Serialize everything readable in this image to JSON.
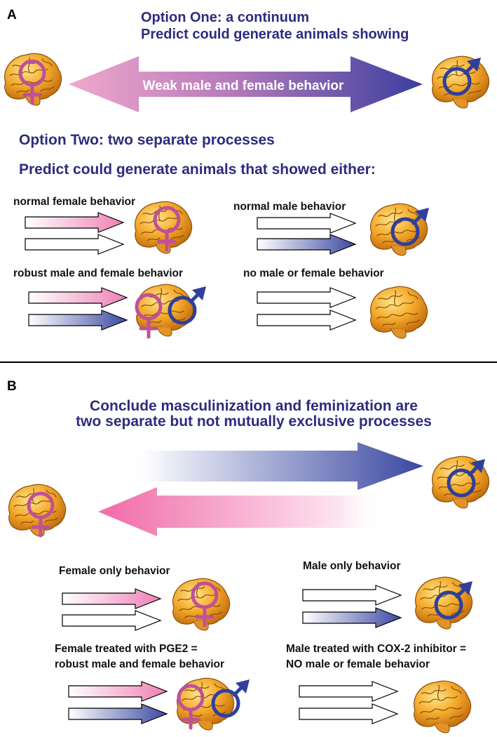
{
  "panel_a": {
    "letter": "A",
    "option_one_title": "Option One: a continuum",
    "option_one_predict": "Predict could generate animals showing",
    "continuum_arrow_label": "Weak male and female behavior",
    "option_two_title": "Option Two: two separate processes",
    "option_two_predict": "Predict could generate animals that showed either:",
    "cases": [
      {
        "label": "normal  female behavior"
      },
      {
        "label": "normal male behavior"
      },
      {
        "label": "robust male and female behavior"
      },
      {
        "label": "no male or female behavior"
      }
    ]
  },
  "panel_b": {
    "letter": "B",
    "conclusion_line1": "Conclude masculinization and feminization are",
    "conclusion_line2": "two separate but not mutually exclusive processes",
    "cases": [
      {
        "label_line1": "Female only behavior",
        "label_line2": ""
      },
      {
        "label_line1": "Male only behavior",
        "label_line2": ""
      },
      {
        "label_line1": "Female treated with PGE2 =",
        "label_line2": "robust male and female behavior"
      },
      {
        "label_line1": "Male treated with COX-2 inhibitor =",
        "label_line2": "NO male or female behavior"
      }
    ]
  },
  "colors": {
    "navy_text": "#2e2b7e",
    "female_pink": "#c0509a",
    "female_arrow": "#ef7fb3",
    "male_blue": "#2f3f9c",
    "male_arrow": "#3d4aa3",
    "brain_fill": "#f0a424",
    "brain_dark": "#b66a10"
  },
  "icons": [
    "brain-icon",
    "female-symbol-icon",
    "male-symbol-icon"
  ]
}
